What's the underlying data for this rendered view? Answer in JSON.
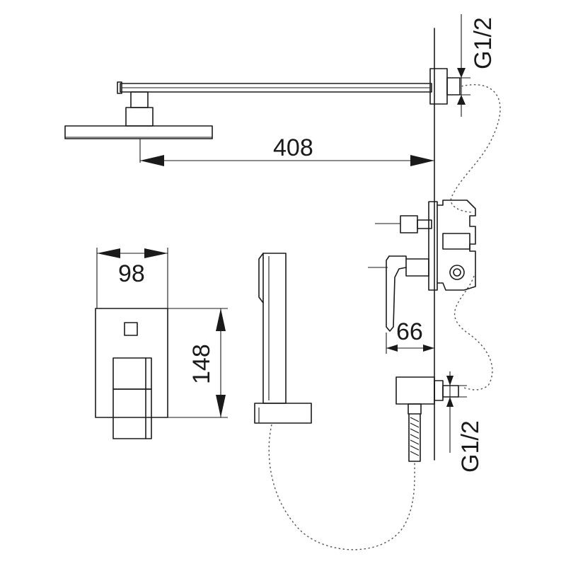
{
  "dimensions": {
    "shower_arm_length": "408",
    "plate_width": "98",
    "plate_height": "148",
    "mixer_depth": "66",
    "top_thread": "G1/2",
    "bottom_thread": "G1/2"
  }
}
